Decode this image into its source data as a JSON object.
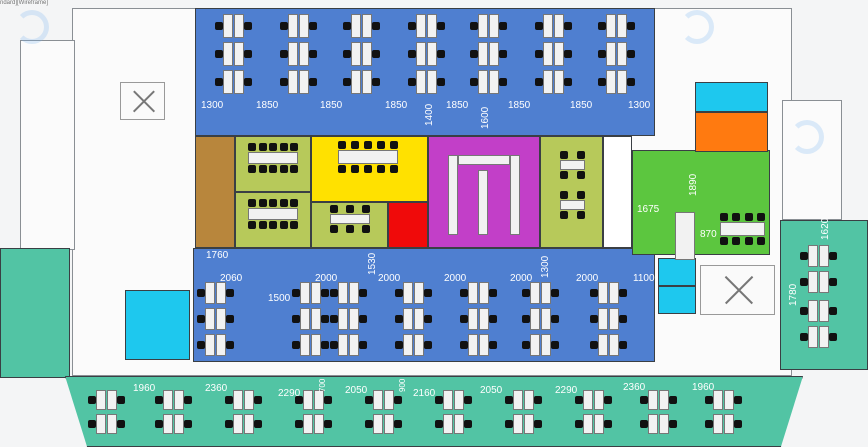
{
  "view_label": "ndard][Wireframe]",
  "colors": {
    "open_office": "#4f7fd0",
    "meeting_yellow": "#ffe100",
    "meeting_olive": "#b7c95a",
    "meeting_magenta": "#c23fc8",
    "red_room": "#f00a0a",
    "brown_room": "#b8863c",
    "kitchen_green": "#5cc63f",
    "teal_wing": "#52c4a4",
    "cyan_room": "#1ec8ee",
    "orange_room": "#ff7a10"
  },
  "dimensions": {
    "top": [
      "1300",
      "1850",
      "1850",
      "1850",
      "1850",
      "1850",
      "1850",
      "1300"
    ],
    "top_vertical": [
      "1400",
      "1600"
    ],
    "middle": [
      "1760",
      "2060",
      "1500",
      "2000",
      "2000",
      "2000",
      "2000",
      "1100"
    ],
    "middle_vertical": [
      "1530",
      "1300"
    ],
    "bottom": [
      "1960",
      "2360",
      "2290",
      "2050",
      "2160",
      "2050",
      "2290",
      "2360",
      "1960"
    ],
    "bottom_vertical": [
      "700",
      "900"
    ],
    "right": [
      "1675",
      "1890",
      "870",
      "1620",
      "1780"
    ]
  }
}
